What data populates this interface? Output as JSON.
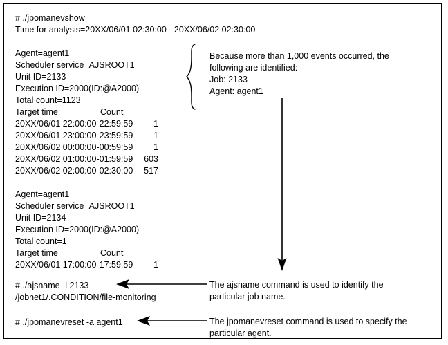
{
  "console": {
    "command_1": "# ./jpomanevshow",
    "time_range_line": "Time for analysis=20XX/06/01 02:30:00 - 20XX/06/02 02:30:00",
    "blocks": [
      {
        "agent": "Agent=agent1",
        "scheduler_service": "Scheduler service=AJSROOT1",
        "unit_id": "Unit ID=2133",
        "execution_id": "Execution ID=2000(ID:@A2000)",
        "total_count": "Total count=1123",
        "table": {
          "header_time": "Target time",
          "header_count": "Count",
          "rows": [
            {
              "time": "20XX/06/01 22:00:00-22:59:59",
              "count": "1"
            },
            {
              "time": "20XX/06/01 23:00:00-23:59:59",
              "count": "1"
            },
            {
              "time": "20XX/06/02 00:00:00-00:59:59",
              "count": "1"
            },
            {
              "time": "20XX/06/02 01:00:00-01:59:59",
              "count": "603"
            },
            {
              "time": "20XX/06/02 02:00:00-02:30:00",
              "count": "517"
            }
          ]
        }
      },
      {
        "agent": "Agent=agent1",
        "scheduler_service": "Scheduler service=AJSROOT1",
        "unit_id": "Unit ID=2134",
        "execution_id": "Execution ID=2000(ID:@A2000)",
        "total_count": "Total count=1",
        "table": {
          "header_time": "Target time",
          "header_count": "Count",
          "rows": [
            {
              "time": "20XX/06/01 17:00:00-17:59:59",
              "count": "1"
            }
          ]
        }
      }
    ],
    "command_2": "# ./ajsname -l 2133",
    "command_2_output": "/jobnet1/.CONDITION/file-monitoring",
    "command_3": "# ./jpomanevreset -a agent1"
  },
  "annotations": {
    "events_note": {
      "line1": "Because more than 1,000 events occurred, the",
      "line2": "following are identified:",
      "line3": "Job: 2133",
      "line4": "Agent: agent1"
    },
    "ajsname_note": {
      "line1": "The ajsname command is used to identify the",
      "line2": "particular job name."
    },
    "jpomanevreset_note": {
      "line1": "The jpomanevreset command is used to specify the",
      "line2": "particular agent."
    }
  },
  "decorations": {
    "brace_label": "curly-brace",
    "vertical_arrow_label": "downward-arrow",
    "arrow_to_ajsname_label": "leftward-arrow",
    "arrow_to_jpomanevreset_label": "leftward-arrow"
  },
  "colors": {
    "ink": "#000000",
    "background": "#ffffff"
  }
}
